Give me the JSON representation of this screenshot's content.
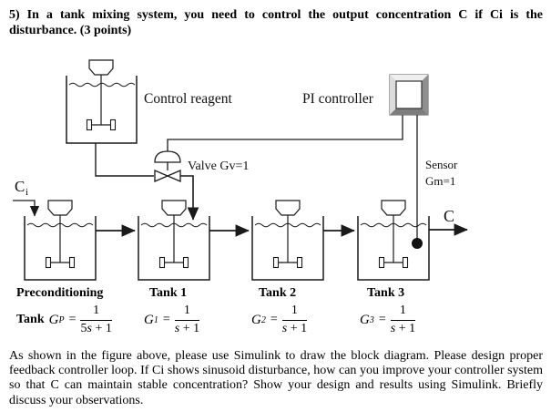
{
  "title": "5) In a tank mixing system, you need to control the output concentration C if Ci is the disturbance. (3 points)",
  "diagram": {
    "control_reagent_label": "Control reagent",
    "pi_controller_label": "PI controller",
    "valve_label": "Valve Gv=1",
    "sensor_label_line1": "Sensor",
    "sensor_label_line2": "Gm=1",
    "inlet_label": {
      "symbol": "C",
      "subscript": "i"
    },
    "outlet_label": "C",
    "tanks": [
      {
        "title": "Preconditioning",
        "title2": "Tank",
        "g": "G",
        "g_sub": "P",
        "numerator": "1",
        "den_coeff": "5",
        "den_var": "s",
        "den_rest": " + 1"
      },
      {
        "title": "Tank 1",
        "title2": "",
        "g": "G",
        "g_sub": "1",
        "numerator": "1",
        "den_coeff": "",
        "den_var": "s",
        "den_rest": " + 1"
      },
      {
        "title": "Tank 2",
        "title2": "",
        "g": "G",
        "g_sub": "2",
        "numerator": "1",
        "den_coeff": "",
        "den_var": "s",
        "den_rest": " + 1"
      },
      {
        "title": "Tank 3",
        "title2": "",
        "g": "G",
        "g_sub": "3",
        "numerator": "1",
        "den_coeff": "",
        "den_var": "s",
        "den_rest": " + 1"
      }
    ]
  },
  "body_text": "As shown in the figure above, please use Simulink to draw the block diagram. Please design proper feedback controller loop. If Ci shows sinusoid disturbance, how can you improve your controller system so that C can maintain stable concentration? Show your design and results using Simulink. Briefly discuss your observations."
}
